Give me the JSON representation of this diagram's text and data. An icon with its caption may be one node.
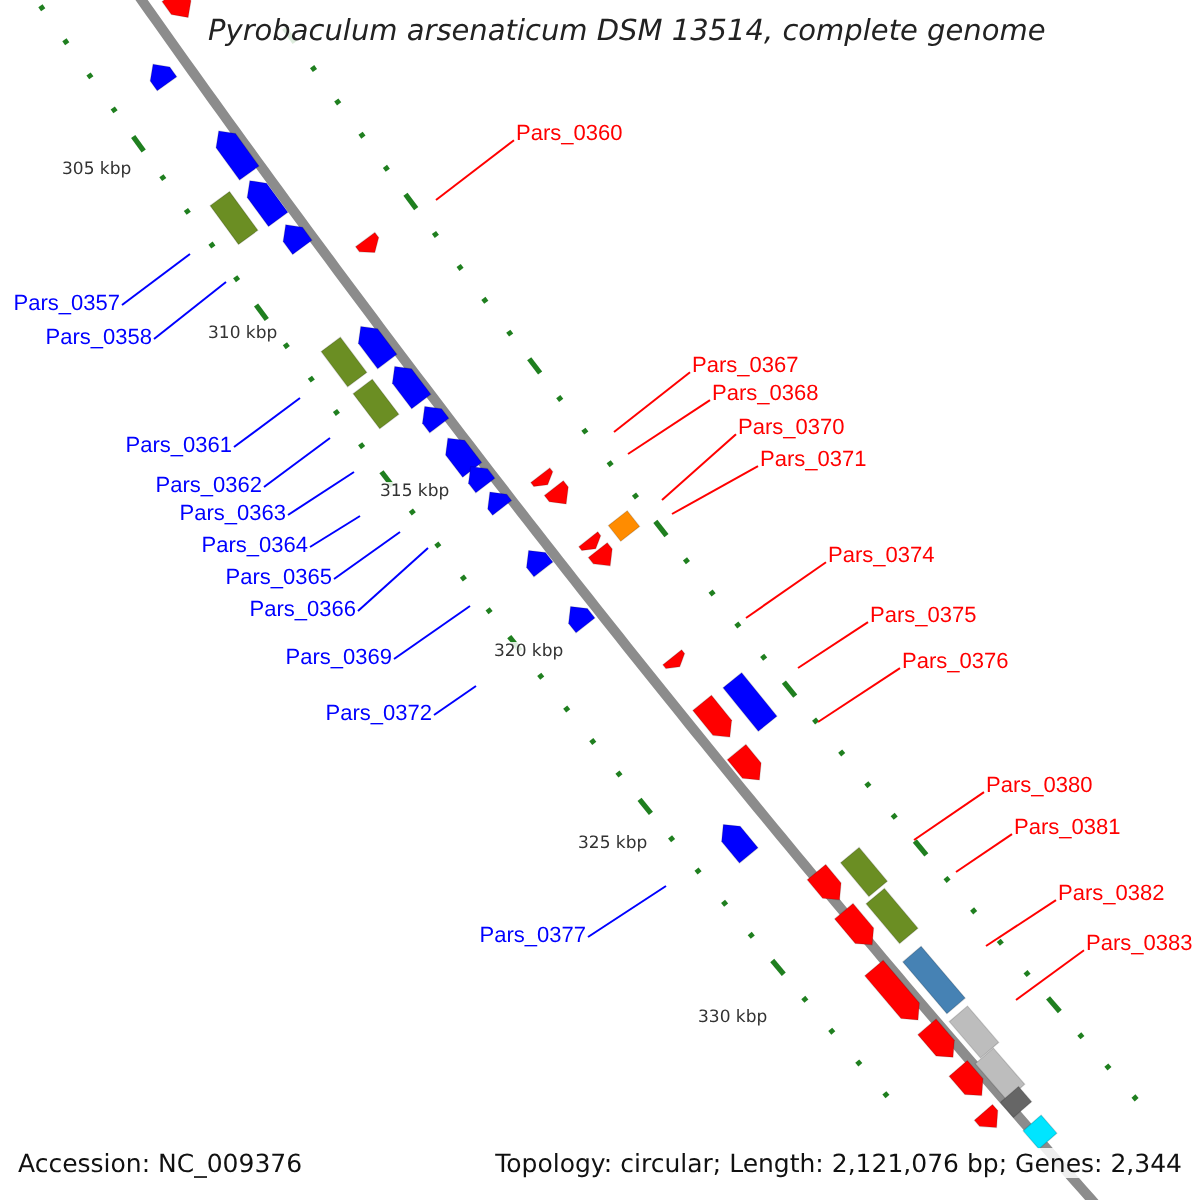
{
  "diagram": {
    "title": "Pyrobaculum arsenaticum DSM 13514, complete genome",
    "nodes": [
      {
        "text": [
          "Pars_0360"
        ]
      },
      {
        "text": [
          "Pars_0357"
        ]
      },
      {
        "text": [
          "Pars_0358"
        ]
      },
      {
        "text": [
          "Pars_0361"
        ]
      },
      {
        "text": [
          "Pars_0367"
        ]
      },
      {
        "text": [
          "Pars_0368"
        ]
      },
      {
        "text": [
          "Pars_0362"
        ]
      },
      {
        "text": [
          "Pars_0370"
        ]
      },
      {
        "text": [
          "Pars_0363"
        ]
      },
      {
        "text": [
          "Pars_0371"
        ]
      },
      {
        "text": [
          "Pars_0364"
        ]
      },
      {
        "text": [
          "Pars_0374"
        ]
      },
      {
        "text": [
          "Pars_0365"
        ]
      },
      {
        "text": [
          "Pars_0366"
        ]
      },
      {
        "text": [
          "Pars_0375"
        ]
      },
      {
        "text": [
          "Pars_0369"
        ]
      },
      {
        "text": [
          "Pars_0376"
        ]
      },
      {
        "text": [
          "Pars_0372"
        ]
      },
      {
        "text": [
          "Pars_0380"
        ]
      },
      {
        "text": [
          "Pars_0381"
        ]
      },
      {
        "text": [
          "Pars_0382"
        ]
      },
      {
        "text": [
          "Pars_0377"
        ]
      },
      {
        "text": [
          "Pars_0383"
        ]
      }
    ],
    "edges": [
      {
        "from": 0,
        "to": null,
        "arrow": "none",
        "color": "#ff0000"
      },
      {
        "from": 1,
        "to": null,
        "arrow": "none",
        "color": "#0000ff"
      },
      {
        "from": 2,
        "to": null,
        "arrow": "none",
        "color": "#0000ff"
      },
      {
        "from": 3,
        "to": null,
        "arrow": "none",
        "color": "#0000ff"
      },
      {
        "from": 4,
        "to": null,
        "arrow": "none",
        "color": "#ff0000"
      },
      {
        "from": 5,
        "to": null,
        "arrow": "none",
        "color": "#ff0000"
      },
      {
        "from": 6,
        "to": null,
        "arrow": "none",
        "color": "#0000ff"
      },
      {
        "from": 7,
        "to": null,
        "arrow": "none",
        "color": "#ff0000"
      },
      {
        "from": 8,
        "to": null,
        "arrow": "none",
        "color": "#0000ff"
      },
      {
        "from": 9,
        "to": null,
        "arrow": "none",
        "color": "#ff0000"
      },
      {
        "from": 10,
        "to": null,
        "arrow": "none",
        "color": "#0000ff"
      },
      {
        "from": 11,
        "to": null,
        "arrow": "none",
        "color": "#ff0000"
      },
      {
        "from": 12,
        "to": null,
        "arrow": "none",
        "color": "#0000ff"
      },
      {
        "from": 13,
        "to": null,
        "arrow": "none",
        "color": "#0000ff"
      },
      {
        "from": 14,
        "to": null,
        "arrow": "none",
        "color": "#ff0000"
      },
      {
        "from": 15,
        "to": null,
        "arrow": "none",
        "color": "#0000ff"
      },
      {
        "from": 16,
        "to": null,
        "arrow": "none",
        "color": "#ff0000"
      },
      {
        "from": 17,
        "to": null,
        "arrow": "none",
        "color": "#0000ff"
      },
      {
        "from": 18,
        "to": null,
        "arrow": "none",
        "color": "#ff0000"
      },
      {
        "from": 19,
        "to": null,
        "arrow": "none",
        "color": "#ff0000"
      },
      {
        "from": 20,
        "to": null,
        "arrow": "none",
        "color": "#ff0000"
      },
      {
        "from": 21,
        "to": null,
        "arrow": "none",
        "color": "#0000ff"
      },
      {
        "from": 22,
        "to": null,
        "arrow": "none",
        "color": "#ff0000"
      }
    ],
    "labels": [
      "305 kbp",
      "310 kbp",
      "315 kbp",
      "320 kbp",
      "325 kbp",
      "330 kbp",
      "Accession: NC_009376",
      "Topology: circular; Length: 2,121,076 bp; Genes: 2,344"
    ]
  }
}
